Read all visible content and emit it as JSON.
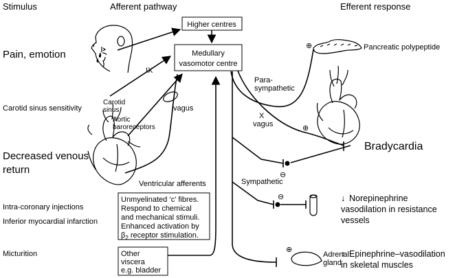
{
  "headings": {
    "stimulus": "Stimulus",
    "afferent": "Afferent pathway",
    "efferent": "Efferent response"
  },
  "stimuli": {
    "pain_emotion": "Pain, emotion",
    "carotid_sinus_sensitivity": "Carotid sinus sensitivity",
    "decreased_venous_line1": "Decreased venous",
    "decreased_venous_line2": "return",
    "intracoronary": "Intra-coronary injections",
    "inferior_mi": "Inferior myocardial infarction",
    "micturition": "Micturition"
  },
  "boxes": {
    "higher_centres": "Higher centres",
    "medullary_line1": "Medullary",
    "medullary_line2": "vasomotor centre",
    "fibres_line1": "Unmyelinated ‘c’ fibres.",
    "fibres_line2": "Respond to chemical",
    "fibres_line3": "and mechanical stimuli.",
    "fibres_line4": "Enhanced activation by",
    "fibres_line5_beta": "β",
    "fibres_line5_sub": "2",
    "fibres_line5_rest": " receptor stimulation.",
    "viscera_line1": "Other",
    "viscera_line2": "viscera",
    "viscera_line3": "e.g. bladder"
  },
  "afferent_labels": {
    "ix": "IX",
    "carotid_line1": "Carotid",
    "carotid_line2": "sinus",
    "vagus": "vagus",
    "aortic_line1": "Aortic",
    "aortic_line2": "baroreceptors",
    "ventricular": "Ventricular afferents"
  },
  "efferent_labels": {
    "para_line1": "Para-",
    "para_line2": "sympathetic",
    "x": "X",
    "vagus": "vagus",
    "plus_1": "⊕",
    "plus_2": "⊕",
    "plus_3": "⊕",
    "minus_1": "⊖",
    "minus_2": "⊖",
    "sympathetic": "Sympathetic",
    "adrenal_line1": "Adrenal",
    "adrenal_line2": "gland"
  },
  "responses": {
    "pancreatic": "Pancreatic polypeptide",
    "bradycardia": "Bradycardia",
    "norepi_arrow": "↓",
    "norepi_line1": "Norepinephrine",
    "norepi_line2": "vasodilation in resistance",
    "norepi_line3": "vessels",
    "epi_arrow": "↑",
    "epi_line1": "Epinephrine–vasodilation",
    "epi_line2": "in skeletal muscles"
  }
}
